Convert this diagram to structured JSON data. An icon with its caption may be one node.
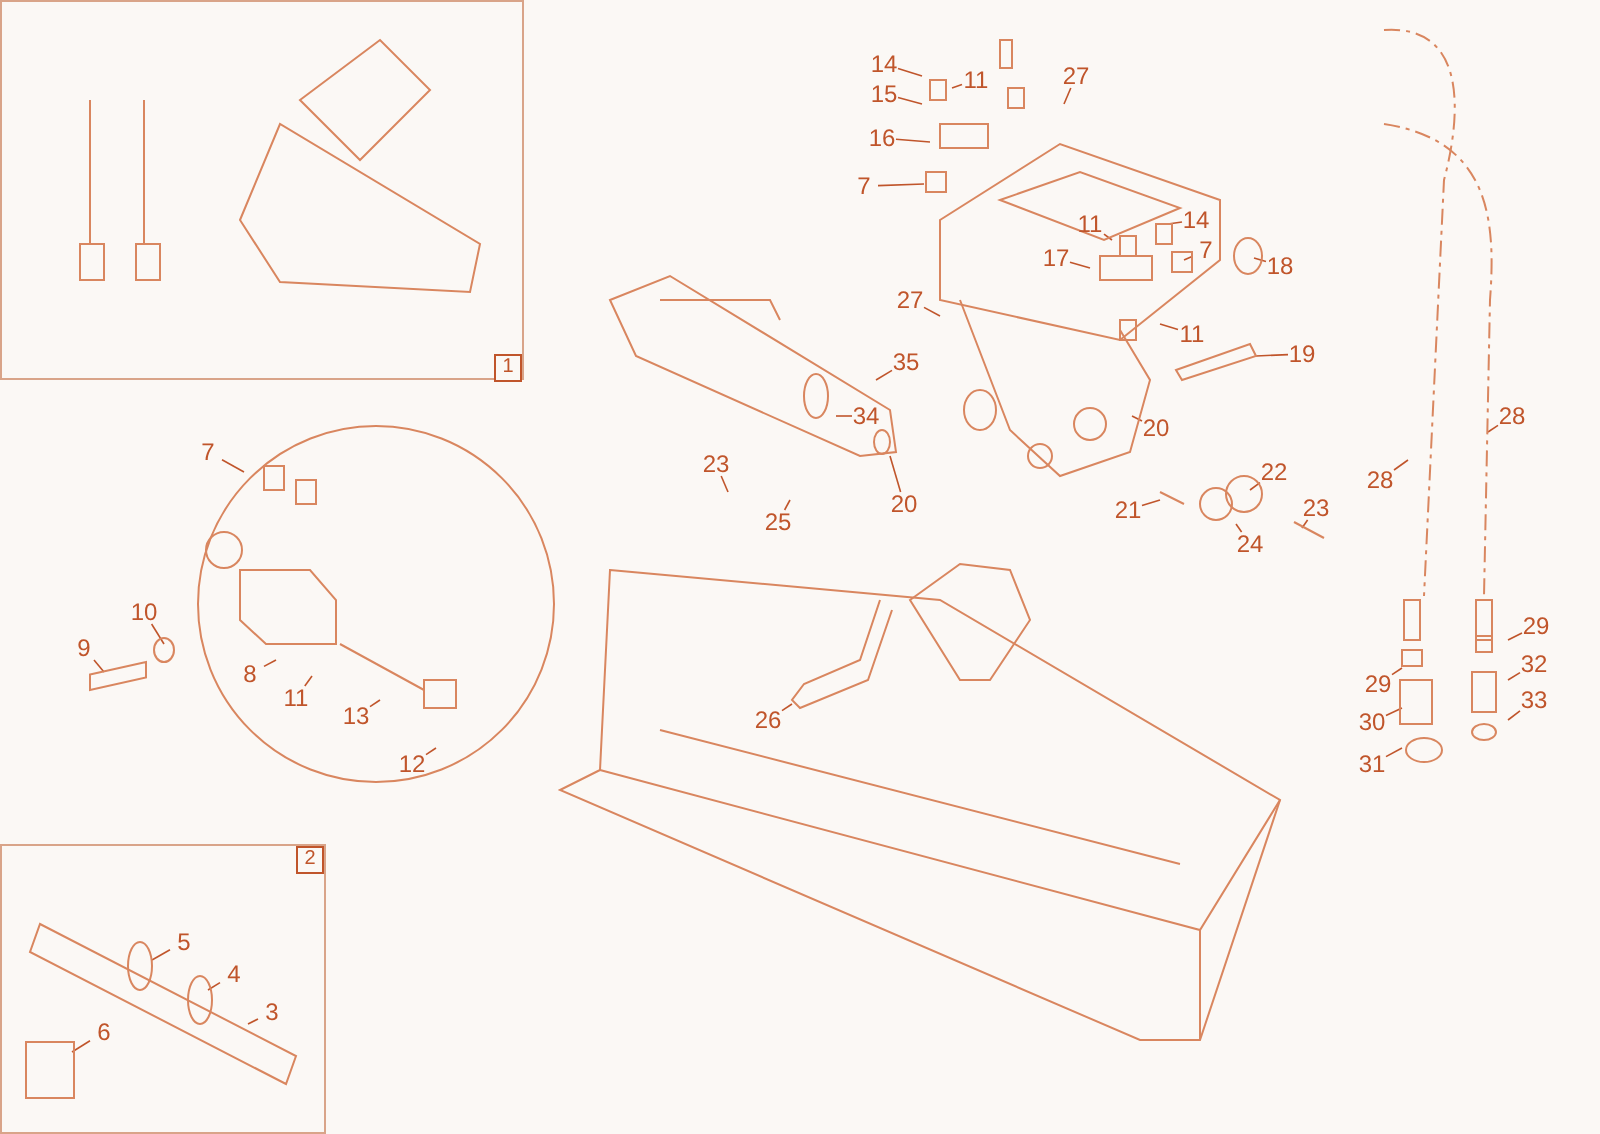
{
  "diagram": {
    "nodes": [
      {
        "text": [
          "1"
        ]
      },
      {
        "text": [
          "2"
        ]
      },
      {
        "text": [],
        "shape": "picture"
      },
      {
        "text": [
          "14"
        ]
      },
      {
        "text": [
          "15"
        ]
      },
      {
        "text": [
          "11"
        ],
        "in": 2
      },
      {
        "text": [
          "27"
        ],
        "in": 2
      },
      {
        "text": [
          "16"
        ]
      },
      {
        "text": [
          "7"
        ]
      },
      {
        "text": [
          "11"
        ],
        "in": 2
      },
      {
        "text": [
          "14"
        ],
        "in": 2
      },
      {
        "text": [
          "17"
        ],
        "in": 2
      },
      {
        "text": [
          "7"
        ],
        "in": 2
      },
      {
        "text": [
          "27"
        ]
      },
      {
        "text": [
          "11"
        ],
        "in": 2
      },
      {
        "text": [],
        "shape": "circle"
      },
      {
        "text": [
          "18"
        ]
      },
      {
        "text": [],
        "shape": "picture"
      },
      {
        "text": [
          "19"
        ]
      },
      {
        "text": [],
        "shape": "picture"
      },
      {
        "text": [
          "35"
        ]
      },
      {
        "text": [
          "34"
        ],
        "in": 19
      },
      {
        "text": [
          "20"
        ],
        "in": 2
      },
      {
        "text": [
          "20"
        ]
      },
      {
        "text": [
          "23"
        ]
      },
      {
        "text": [
          "25"
        ]
      },
      {
        "text": [],
        "shape": "picture"
      },
      {
        "text": [
          "21"
        ]
      },
      {
        "text": [
          "22"
        ]
      },
      {
        "text": [
          "24"
        ]
      },
      {
        "text": [],
        "shape": "picture"
      },
      {
        "text": [
          "23"
        ]
      },
      {
        "text": [],
        "shape": "picture"
      },
      {
        "text": [
          "28"
        ]
      },
      {
        "text": [
          "28"
        ]
      },
      {
        "text": [],
        "shape": "picture"
      },
      {
        "text": [
          "29"
        ]
      },
      {
        "text": [
          "29"
        ]
      },
      {
        "text": [
          "32"
        ]
      },
      {
        "text": [
          "30"
        ]
      },
      {
        "text": [
          "33"
        ]
      },
      {
        "text": [
          "31"
        ]
      },
      {
        "text": [],
        "shape": "picture"
      },
      {
        "text": [
          "26"
        ],
        "in": 42
      },
      {
        "text": [
          "7"
        ]
      },
      {
        "text": [],
        "shape": "circle"
      },
      {
        "text": [
          "10"
        ]
      },
      {
        "text": [],
        "shape": "circle"
      },
      {
        "text": [],
        "shape": "bar"
      },
      {
        "text": [
          "9"
        ]
      },
      {
        "text": [
          "8"
        ],
        "in": 47
      },
      {
        "text": [
          "11"
        ],
        "in": 47
      },
      {
        "text": [
          "13"
        ],
        "in": 47
      },
      {
        "text": [
          "12"
        ],
        "in": 47
      },
      {
        "text": [],
        "shape": "picture",
        "in": 1
      },
      {
        "text": [
          "5"
        ],
        "in": 1
      },
      {
        "text": [
          "4"
        ],
        "in": 1
      },
      {
        "text": [
          "3"
        ],
        "in": 1
      },
      {
        "text": [],
        "shape": "box",
        "in": 1
      },
      {
        "text": [
          "6"
        ],
        "in": 1
      }
    ],
    "edges": [
      {
        "from": 3,
        "to": 2,
        "arrow": "none"
      },
      {
        "from": 4,
        "to": 2,
        "arrow": "none"
      },
      {
        "from": 5,
        "to": 2,
        "arrow": "none"
      },
      {
        "from": 6,
        "to": 2,
        "arrow": "none"
      },
      {
        "from": 7,
        "to": 2,
        "arrow": "none"
      },
      {
        "from": 8,
        "to": 2,
        "arrow": "none"
      },
      {
        "from": 9,
        "to": 2,
        "arrow": "none"
      },
      {
        "from": 10,
        "to": 2,
        "arrow": "none"
      },
      {
        "from": 11,
        "to": 2,
        "arrow": "none"
      },
      {
        "from": 12,
        "to": 2,
        "arrow": "none"
      },
      {
        "from": 13,
        "to": 2,
        "arrow": "none"
      },
      {
        "from": 14,
        "to": 2,
        "arrow": "none"
      },
      {
        "from": 16,
        "to": 15,
        "arrow": "none"
      },
      {
        "from": 18,
        "to": 17,
        "arrow": "none"
      },
      {
        "from": 20,
        "to": 19,
        "arrow": "none"
      },
      {
        "from": 21,
        "to": 19,
        "arrow": "none"
      },
      {
        "from": 22,
        "to": 2,
        "arrow": "none"
      },
      {
        "from": 23,
        "to": 19,
        "arrow": "none"
      },
      {
        "from": 24,
        "to": null,
        "arrow": "none"
      },
      {
        "from": 25,
        "to": null,
        "arrow": "none"
      },
      {
        "from": 27,
        "to": 26,
        "arrow": "none"
      },
      {
        "from": 28,
        "to": 26,
        "arrow": "none"
      },
      {
        "from": 29,
        "to": 26,
        "arrow": "none"
      },
      {
        "from": 31,
        "to": 30,
        "arrow": "none"
      },
      {
        "from": 33,
        "to": 32,
        "arrow": "none"
      },
      {
        "from": 34,
        "to": 32,
        "arrow": "none"
      },
      {
        "from": 36,
        "to": 35,
        "arrow": "none"
      },
      {
        "from": 37,
        "to": 35,
        "arrow": "none"
      },
      {
        "from": 38,
        "to": 35,
        "arrow": "none"
      },
      {
        "from": 39,
        "to": 35,
        "arrow": "none"
      },
      {
        "from": 40,
        "to": 35,
        "arrow": "none"
      },
      {
        "from": 41,
        "to": 35,
        "arrow": "none"
      },
      {
        "from": 43,
        "to": 42,
        "arrow": "none"
      },
      {
        "from": 44,
        "to": 47,
        "arrow": "none"
      },
      {
        "from": 46,
        "to": 45,
        "arrow": "none"
      },
      {
        "from": 49,
        "to": 48,
        "arrow": "none"
      },
      {
        "from": 50,
        "to": 47,
        "arrow": "none"
      },
      {
        "from": 51,
        "to": 47,
        "arrow": "none"
      },
      {
        "from": 52,
        "to": 47,
        "arrow": "none"
      },
      {
        "from": 53,
        "to": 47,
        "arrow": "none"
      },
      {
        "from": 55,
        "to": 54,
        "arrow": "none"
      },
      {
        "from": 56,
        "to": 54,
        "arrow": "none"
      },
      {
        "from": 57,
        "to": 54,
        "arrow": "none"
      },
      {
        "from": 59,
        "to": 58,
        "arrow": "none"
      }
    ]
  }
}
